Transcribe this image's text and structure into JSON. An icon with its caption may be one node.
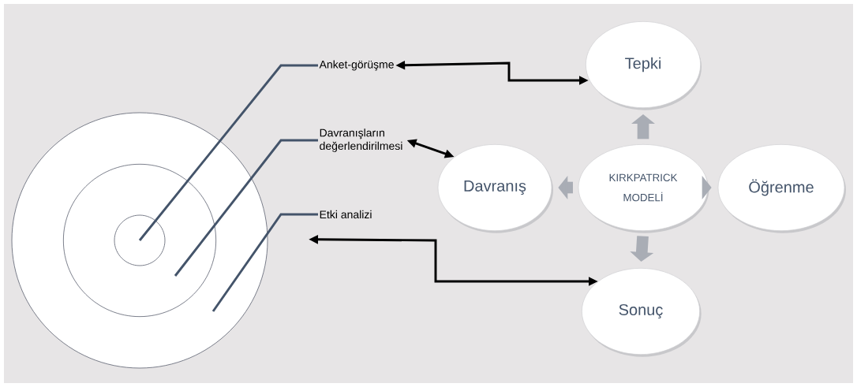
{
  "diagram": {
    "nodes": [
      {
        "text": [],
        "shape": "circle"
      },
      {
        "text": [],
        "shape": "circle",
        "in": 0
      },
      {
        "text": [],
        "shape": "circle",
        "in": 1
      },
      {
        "text": [
          "Anket-görüşme"
        ]
      },
      {
        "text": [
          "Davranışların değerlendirilmesi"
        ]
      },
      {
        "text": [
          "Etki analizi"
        ]
      },
      {
        "text": [
          "Tepki"
        ]
      },
      {
        "text": [
          "Davranış"
        ]
      },
      {
        "text": [
          "KIRKPATRICK MODELİ"
        ]
      },
      {
        "text": [
          "Öğrenme"
        ]
      },
      {
        "text": [
          "Sonuç"
        ]
      }
    ],
    "edges": [
      {
        "from": 3,
        "to": 2,
        "arrow": "none",
        "color": "#44546a"
      },
      {
        "from": 4,
        "to": 1,
        "arrow": "none",
        "color": "#44546a"
      },
      {
        "from": 5,
        "to": 0,
        "arrow": "none",
        "color": "#44546a"
      },
      {
        "from": 3,
        "to": 6,
        "arrow": "both",
        "color": "#000000"
      },
      {
        "from": 4,
        "to": 7,
        "arrow": "both",
        "color": "#000000"
      },
      {
        "from": 5,
        "to": 10,
        "arrow": "both",
        "color": "#000000"
      },
      {
        "from": 8,
        "to": 6,
        "arrow": "to",
        "style": "thick",
        "color": "#a9adb5"
      },
      {
        "from": 8,
        "to": 7,
        "arrow": "to",
        "style": "thick",
        "color": "#a9adb5"
      },
      {
        "from": 8,
        "to": 9,
        "arrow": "to",
        "style": "thick",
        "color": "#a9adb5"
      },
      {
        "from": 8,
        "to": 10,
        "arrow": "to",
        "style": "thick",
        "color": "#a9adb5"
      }
    ]
  }
}
